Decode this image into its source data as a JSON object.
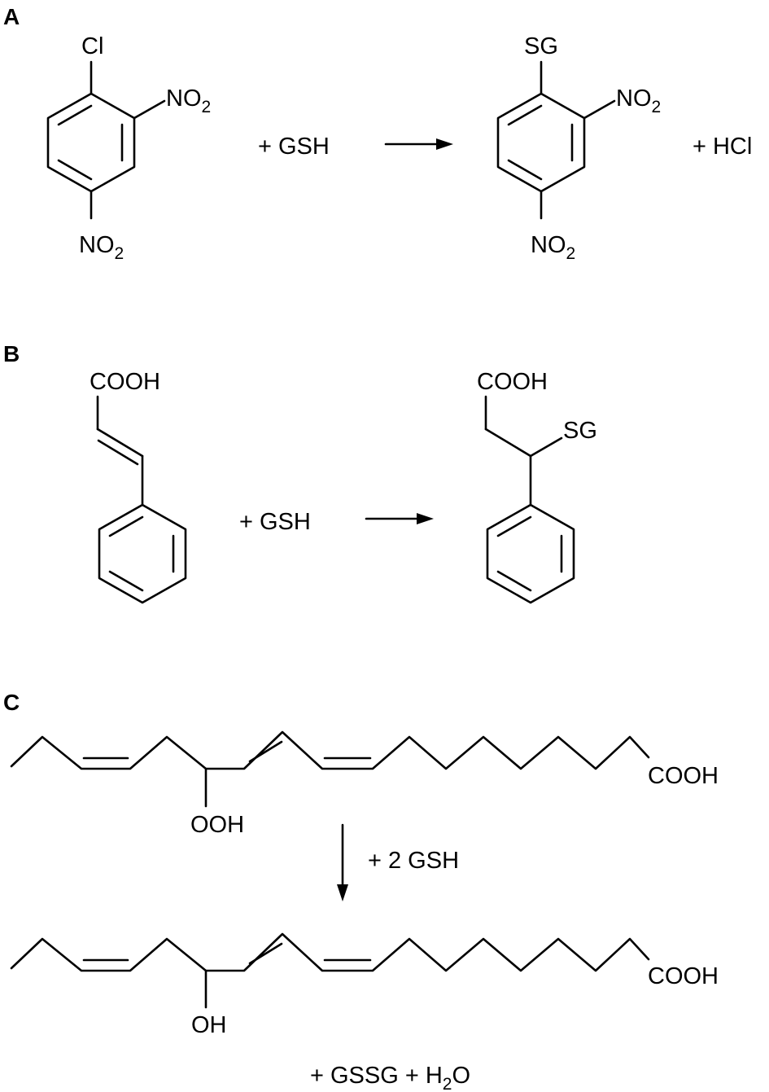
{
  "panels": {
    "a": {
      "letter": "A",
      "reactant": {
        "top": "Cl",
        "ortho_main": "NO",
        "ortho_sub": "2",
        "para_main": "NO",
        "para_sub": "2"
      },
      "plus_reagent": "+  GSH",
      "product": {
        "top": "SG",
        "ortho_main": "NO",
        "ortho_sub": "2",
        "para_main": "NO",
        "para_sub": "2"
      },
      "plus_byproduct": "+  HCl"
    },
    "b": {
      "letter": "B",
      "reactant": {
        "acid": "COOH"
      },
      "plus_reagent": "+  GSH",
      "product": {
        "acid": "COOH",
        "thio": "SG"
      }
    },
    "c": {
      "letter": "C",
      "reactant": {
        "acid": "COOH",
        "group": "OOH"
      },
      "reagent": "+ 2 GSH",
      "product": {
        "acid": "COOH",
        "group": "OH"
      },
      "byproducts_main": "+ GSSG + H",
      "byproducts_sub": "2",
      "byproducts_tail": "O"
    }
  },
  "colors": {
    "ink": "#000000",
    "background": "#ffffff"
  }
}
